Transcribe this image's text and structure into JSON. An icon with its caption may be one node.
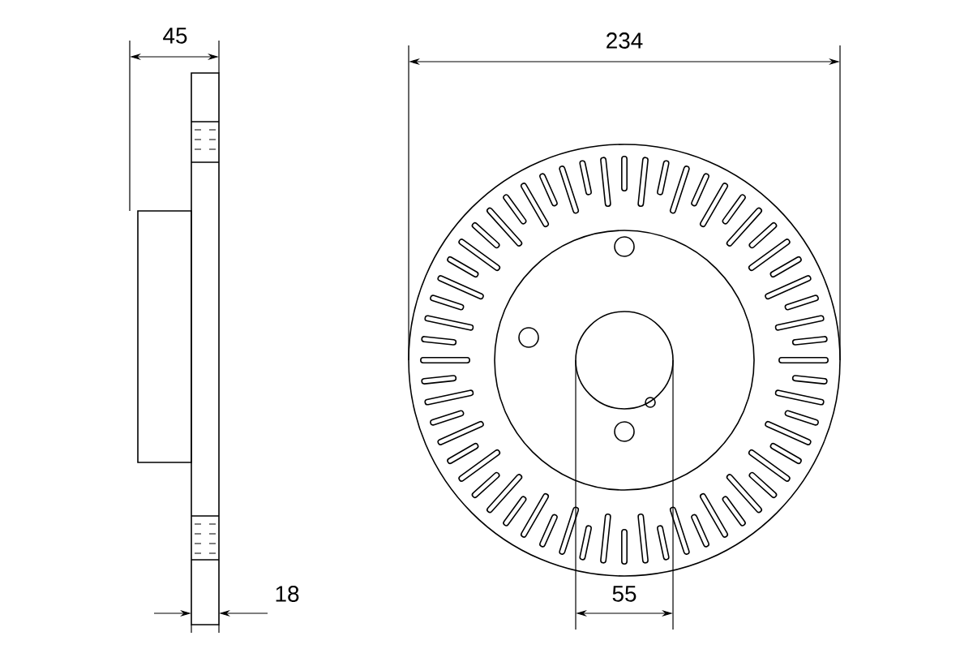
{
  "diagram": {
    "labels": [
      "45",
      "234",
      "18",
      "55"
    ]
  }
}
